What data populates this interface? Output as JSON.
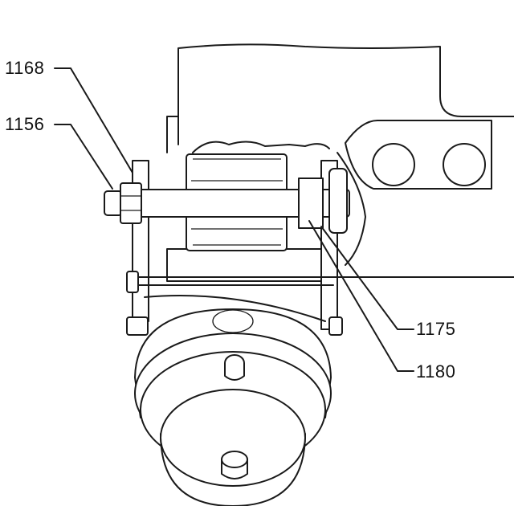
{
  "labels": {
    "l1168": "1168",
    "l1156": "1156",
    "l1175": "1175",
    "l1180": "1180"
  }
}
